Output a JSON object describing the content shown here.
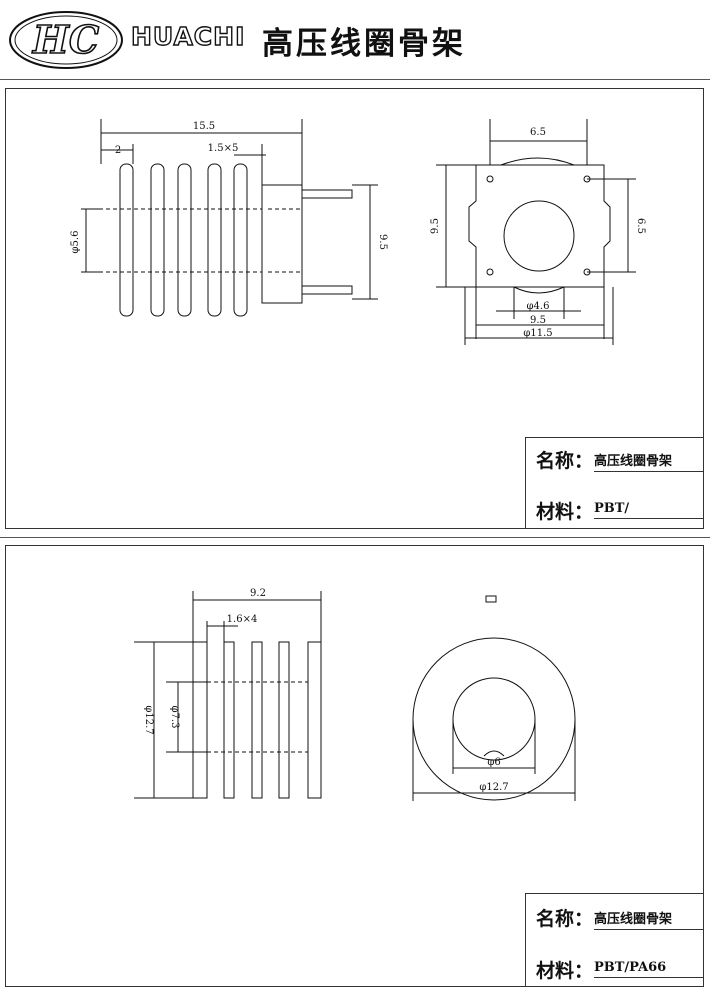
{
  "header": {
    "logo_text": "HC",
    "brand": "HUACHI",
    "title": "高压线圈骨架"
  },
  "panel1": {
    "dims": {
      "length": "15.5",
      "flange_offset": "2",
      "slots": "1.5×5",
      "core_dia": "φ5.6",
      "height": "9.5",
      "top_width": "6.5",
      "side_height": "9.5",
      "pin_spacing": "6.5",
      "hole_dia": "φ4.6",
      "base_width": "9.5",
      "outer_dia": "φ11.5"
    },
    "info": {
      "name_label": "名称：",
      "name_value": "高压线圈骨架",
      "material_label": "材料：",
      "material_value": "PBT/"
    }
  },
  "panel2": {
    "dims": {
      "length": "9.2",
      "slots": "1.6×4",
      "outer_dia": "φ12.7",
      "core_dia": "φ7.3",
      "hole_dia": "φ6",
      "front_outer_dia": "φ12.7"
    },
    "info": {
      "name_label": "名称：",
      "name_value": "高压线圈骨架",
      "material_label": "材料：",
      "material_value": "PBT/PA66"
    }
  }
}
